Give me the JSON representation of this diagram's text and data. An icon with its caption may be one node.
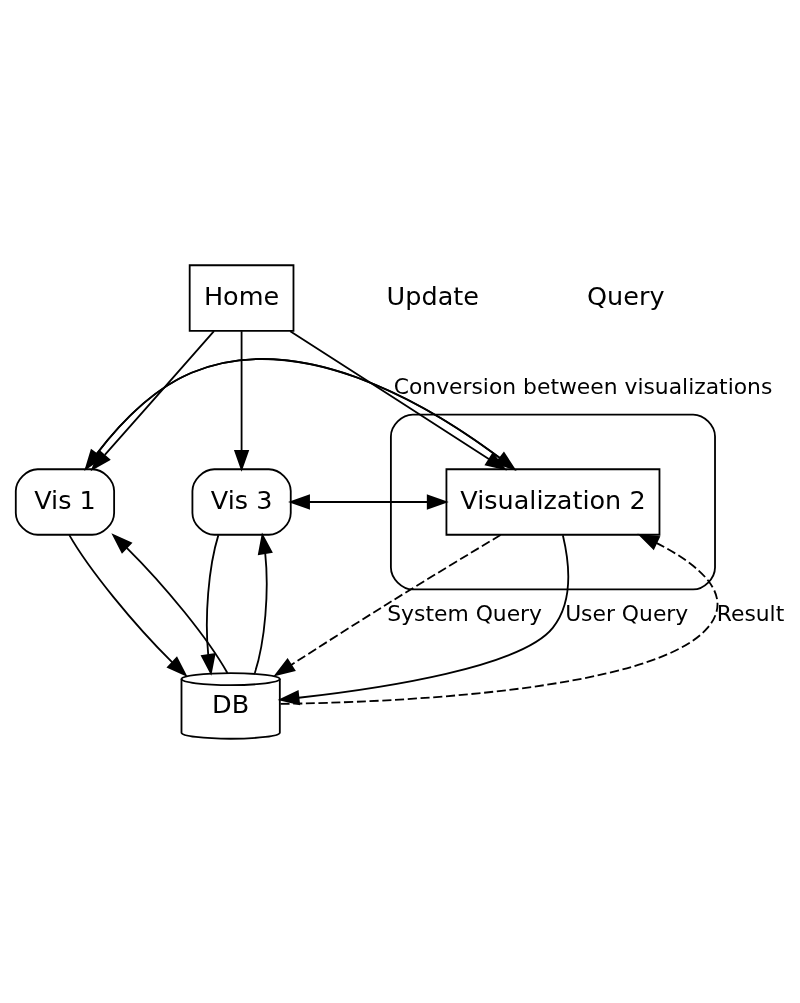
{
  "diagram": {
    "nodes": [
      {
        "text": [
          "Home"
        ]
      },
      {
        "text": [
          "Vis 1"
        ]
      },
      {
        "text": [
          "Vis 3"
        ]
      },
      {
        "text": [],
        "shape": "octagon"
      },
      {
        "text": [
          "Visualization 2"
        ],
        "in": 3
      },
      {
        "text": [
          "DB"
        ]
      }
    ],
    "edges": [
      {
        "from": 0,
        "to": 4,
        "arrow": "to",
        "label": "Conversion between visualizations"
      },
      {
        "from": 0,
        "to": 1,
        "arrow": "to"
      },
      {
        "from": 0,
        "to": 2,
        "arrow": "to"
      },
      {
        "from": 4,
        "to": 1,
        "arrow": "to"
      },
      {
        "from": 4,
        "to": 2,
        "arrow": "to"
      },
      {
        "from": 1,
        "to": 4,
        "arrow": "to"
      },
      {
        "from": 2,
        "to": 4,
        "arrow": "to"
      },
      {
        "from": 4,
        "to": 5,
        "arrow": "to",
        "label": "System Query",
        "style": "dashed"
      },
      {
        "from": 4,
        "to": 5,
        "arrow": "to",
        "label": "User Query"
      },
      {
        "from": 5,
        "to": 4,
        "arrow": "to",
        "label": "Result",
        "style": "dashed"
      },
      {
        "from": 1,
        "to": 5,
        "arrow": "to"
      },
      {
        "from": 5,
        "to": 1,
        "arrow": "to"
      },
      {
        "from": 2,
        "to": 5,
        "arrow": "to"
      },
      {
        "from": 5,
        "to": 2,
        "arrow": "to"
      }
    ],
    "labels": [
      "Update",
      "Query"
    ]
  }
}
